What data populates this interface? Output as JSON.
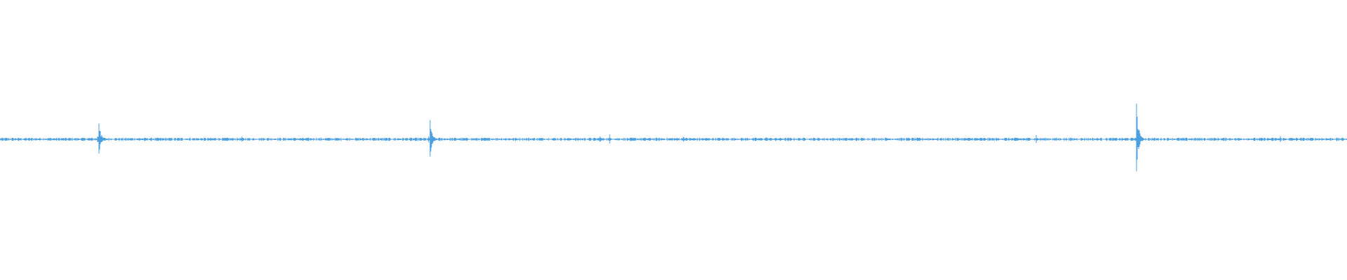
{
  "waveform": {
    "color": "#4a9fe0",
    "background": "#ffffff",
    "baseline_noise": 0.012,
    "events": [
      {
        "at": 0.0735,
        "amp": 0.14,
        "kind": "spike"
      },
      {
        "at": 0.1795,
        "amp": 0.035,
        "kind": "blip"
      },
      {
        "at": 0.3195,
        "amp": 0.17,
        "kind": "spike"
      },
      {
        "at": 0.4455,
        "amp": 0.035,
        "kind": "blip"
      },
      {
        "at": 0.4525,
        "amp": 0.04,
        "kind": "blip"
      },
      {
        "at": 0.5075,
        "amp": 0.03,
        "kind": "blip"
      },
      {
        "at": 0.5685,
        "amp": 0.02,
        "kind": "blip"
      },
      {
        "at": 0.7695,
        "amp": 0.03,
        "kind": "blip"
      },
      {
        "at": 0.844,
        "amp": 0.28,
        "kind": "spike"
      },
      {
        "at": 0.9505,
        "amp": 0.025,
        "kind": "blip"
      }
    ]
  }
}
